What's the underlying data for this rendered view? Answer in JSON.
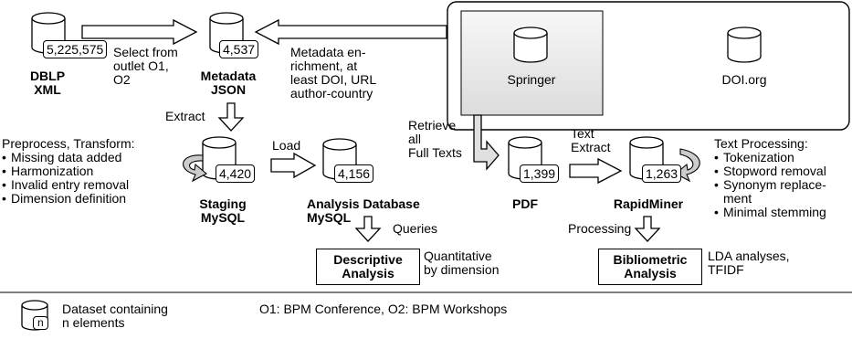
{
  "datasets": {
    "dblp": {
      "count": "5,225,575",
      "name": [
        "DBLP",
        "XML"
      ]
    },
    "metadata": {
      "count": "4,537",
      "name": [
        "Metadata",
        "JSON"
      ]
    },
    "staging": {
      "count": "4,420",
      "name": [
        "Staging",
        "MySQL"
      ]
    },
    "analysis_db": {
      "count": "4,156",
      "name": [
        "Analysis Database",
        "MySQL"
      ]
    },
    "pdf": {
      "count": "1,399",
      "name": [
        "PDF"
      ]
    },
    "rapidminer": {
      "count": "1,263",
      "name": [
        "RapidMiner"
      ]
    }
  },
  "sources": {
    "springer": "Springer",
    "doi": "DOI.org"
  },
  "steps": {
    "select": [
      "Select from",
      "outlet O1,",
      "O2"
    ],
    "enrich": [
      "Metadata en-",
      "richment, at",
      "least DOI, URL",
      "author-country"
    ],
    "extract": "Extract",
    "load": "Load",
    "queries": "Queries",
    "retrieve": [
      "Retrieve",
      "all",
      "Full Texts"
    ],
    "text_extract": [
      "Text",
      "Extract"
    ],
    "processing": "Processing"
  },
  "preprocess": {
    "title": "Preprocess, Transform:",
    "items": [
      "Missing data added",
      "Harmonization",
      "Invalid entry removal",
      "Dimension definition"
    ]
  },
  "text_processing": {
    "title": "Text Processing:",
    "items": [
      "Tokenization",
      "Stopword removal",
      "Synonym replace-\nment",
      "Minimal stemming"
    ]
  },
  "outputs": {
    "descriptive": {
      "title": [
        "Descriptive",
        "Analysis"
      ],
      "note": [
        "Quantitative",
        "by dimension"
      ]
    },
    "bibliometric": {
      "title": [
        "Bibliometric",
        "Analysis"
      ],
      "note": [
        "LDA analyses,",
        "TFIDF"
      ]
    }
  },
  "legend": {
    "badge": "n",
    "text": [
      "Dataset containing",
      "n elements"
    ],
    "outlets": "O1: BPM Conference, O2: BPM Workshops"
  }
}
